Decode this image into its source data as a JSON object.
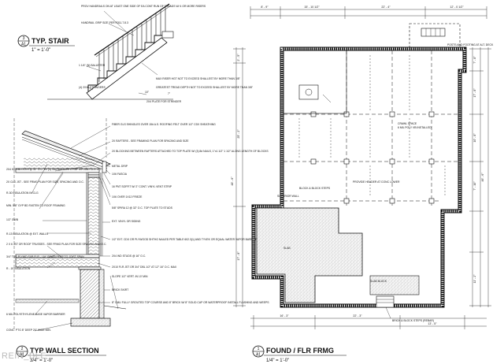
{
  "sheet": {
    "watermark": "REIN_BLE"
  },
  "stair_detail": {
    "number": "3",
    "sheet_ref": "A1",
    "title": "TYP. STAIR",
    "scale": "1\" = 1'-0\"",
    "notes": [
      "PROV HANDRAILS ON AT LEAST ONE SIDE OF EA CONT RUN OF TREADS W/ 4 OR MORE RISERS",
      "HANDRAIL GRIP SIZE PER R311.7.8.3",
      "MAX RISER HGT NOT TO EXCEED SHALLEST BY MORE THAN 3/8\"",
      "GREATEST TREAD DEPTH NOT TO EXCEED SHALLEST BY MORE THAN 3/8\"",
      "2X4 PLATE FOR STRINGER"
    ],
    "labels": [
      "1 1/4\" (N) BALUSTER",
      "(4) 2X12 STRINGERS",
      "10\"",
      "7\""
    ]
  },
  "wall_section": {
    "number": "2",
    "sheet_ref": "A1",
    "title": "TYP WALL SECTION",
    "scale": "3/4\" = 1'-0\"",
    "left_notes": [
      "2X4 KICKBLOCKS @ 32\" O.C. W/ (3) 16d NAILS INTO RAFTER AND CLG JST",
      "2X CLG JST - SEE FRMG PLAN FOR SIZE, SPACING AND O.C.",
      "R-30 INSULATION IN CLG",
      "MIN. 5/8\" GYP BD FASTEN TO ROOF FRAMING",
      "1/2\" GWB",
      "R-13 INSULATION @ EXT. WALLS",
      "2 X 6 JST OR ROOF TRUSSES - SEE FRMG PLAN FOR SIZE SPACING AND O.C.",
      "3/4\" T&G PLYWD SUB FLR - LAY GRAIN PERP TO JOIST SPAN",
      "R - 19 INSULATION",
      "6 MIL POLYETHYLENE BASE VAPOR BARRIER",
      "CONC. PTG 8\" DEEP 20\" WIDE MIN."
    ],
    "right_notes": [
      "FIBER GLS SHINGLES OVER 15# A.S. ROOFING FELT OVER 1/2\" CDX SHEATHING",
      "2X RAFTERS - SEE FRAMING PLAN FOR SPACING AND SIZE",
      "2X BLOCKING BETWEEN RAFTERS ATTACHED TO TOP PLATE W/ (3) 8d NAILS, 1\"x1 1/2\" 1 1/2\" ALONG LENGTH OF BLOCKS",
      "METAL DRIP",
      "1X6 FASCIA",
      "16 PNT SOFFIT W/ 2\" CONT. VINYL VENT STRIP",
      "1X6 OVER 1X12 FRIEZE",
      "5/8\" SPIRA 12 @ 32\" O.C. TOP PLATE TO STUDS",
      "EXT. VINYL OR SIDING",
      "1/2\" EXT. CDX OR PLYWOOD SHTHG NAILED PER TABLE 602.3(1) AND TYVEK OR EQUAL WATER VAPOR BARRIER",
      "2X4 WD STUDS @ 16\" O.C.",
      "2X10 FLR JST OR 3/4\" DBL 1/2\" AT 12\" 16\" O.C. MAX",
      "SLOPE 1/2\" VERT. IN 10' MIN",
      "BRICK SKIRT",
      "8\" CMU FULLY GROUTED TOP COURSE AND 8\" BRICK W/ 8\" SOLID CAP OR WATERPROOF INSTALL FLASHING AND WEEPS"
    ]
  },
  "plan": {
    "number": "1",
    "sheet_ref": "A1",
    "title": "FOUND / FLR FRMG",
    "scale": "1/4\" = 1'-0\"",
    "top_dims": [
      "8' - 9\"",
      "15' - 10 1/2\"",
      "22' - 4\"",
      "12' - 0 1/2\""
    ],
    "bottom_dims": [
      "16' - 3\"",
      "22' - 3\"",
      "13' - 5\""
    ],
    "left_dims": [
      "2' - 5\"",
      "25' - 2\"",
      "17' - 8\"",
      "48' - 6\""
    ],
    "right_dims": [
      "7' - 8\"",
      "17' - 8\"",
      "10' - 8\"",
      "7' - 10\"",
      "11' - 2\"",
      "46' - 6\""
    ],
    "labels": [
      "POSTS AND FOOTING AT ALT. DECK",
      "CRAWL SPACE",
      "6 MIL POLY VB INSTALLED",
      "SUPERIOR WALL",
      "SLAB",
      "PROVIDE HEADER AT CONC LOWER",
      "BLOCK & BLOCK STEPS",
      "SLAB BLOCK",
      "BRICK & BLOCK STEPS (REBAR)"
    ]
  }
}
